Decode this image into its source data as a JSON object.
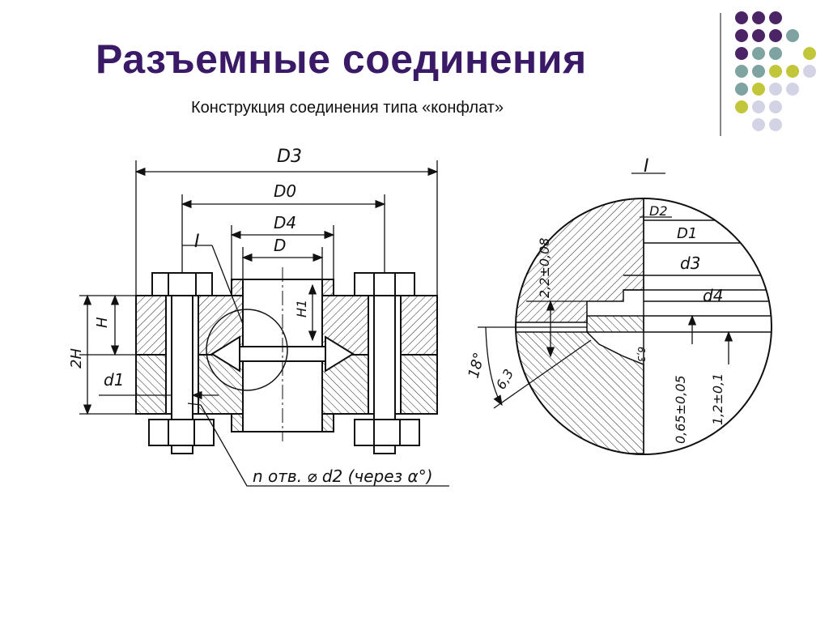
{
  "slide": {
    "title": "Разъемные соединения",
    "subtitle": "Конструкция соединения типа «конфлат»"
  },
  "palette": {
    "title_color": "#3a1a66",
    "dot_purple": "#4b2466",
    "dot_teal": "#7fa3a0",
    "dot_olive": "#c2c63a",
    "dot_lavender": "#d3d3e6"
  },
  "drawing_left": {
    "dim_D3": "D3",
    "dim_D0": "D0",
    "dim_D4": "D4",
    "dim_D": "D",
    "detail_mark": "I",
    "dim_H": "H",
    "dim_2H": "2H",
    "dim_H1": "H1",
    "dim_d1": "d1",
    "note_holes": "n отв. ⌀ d2 (через α°)"
  },
  "drawing_right": {
    "detail_mark": "I",
    "dim_D2": "D2",
    "dim_D1": "D1",
    "dim_d3": "d3",
    "dim_d4": "d4",
    "tol_22": "2,2±0,08",
    "angle_18": "18°",
    "rough_63a": "6,3",
    "rough_63b": "6,3",
    "tol_065": "0,65±0,05",
    "tol_12": "1,2±0,1"
  }
}
